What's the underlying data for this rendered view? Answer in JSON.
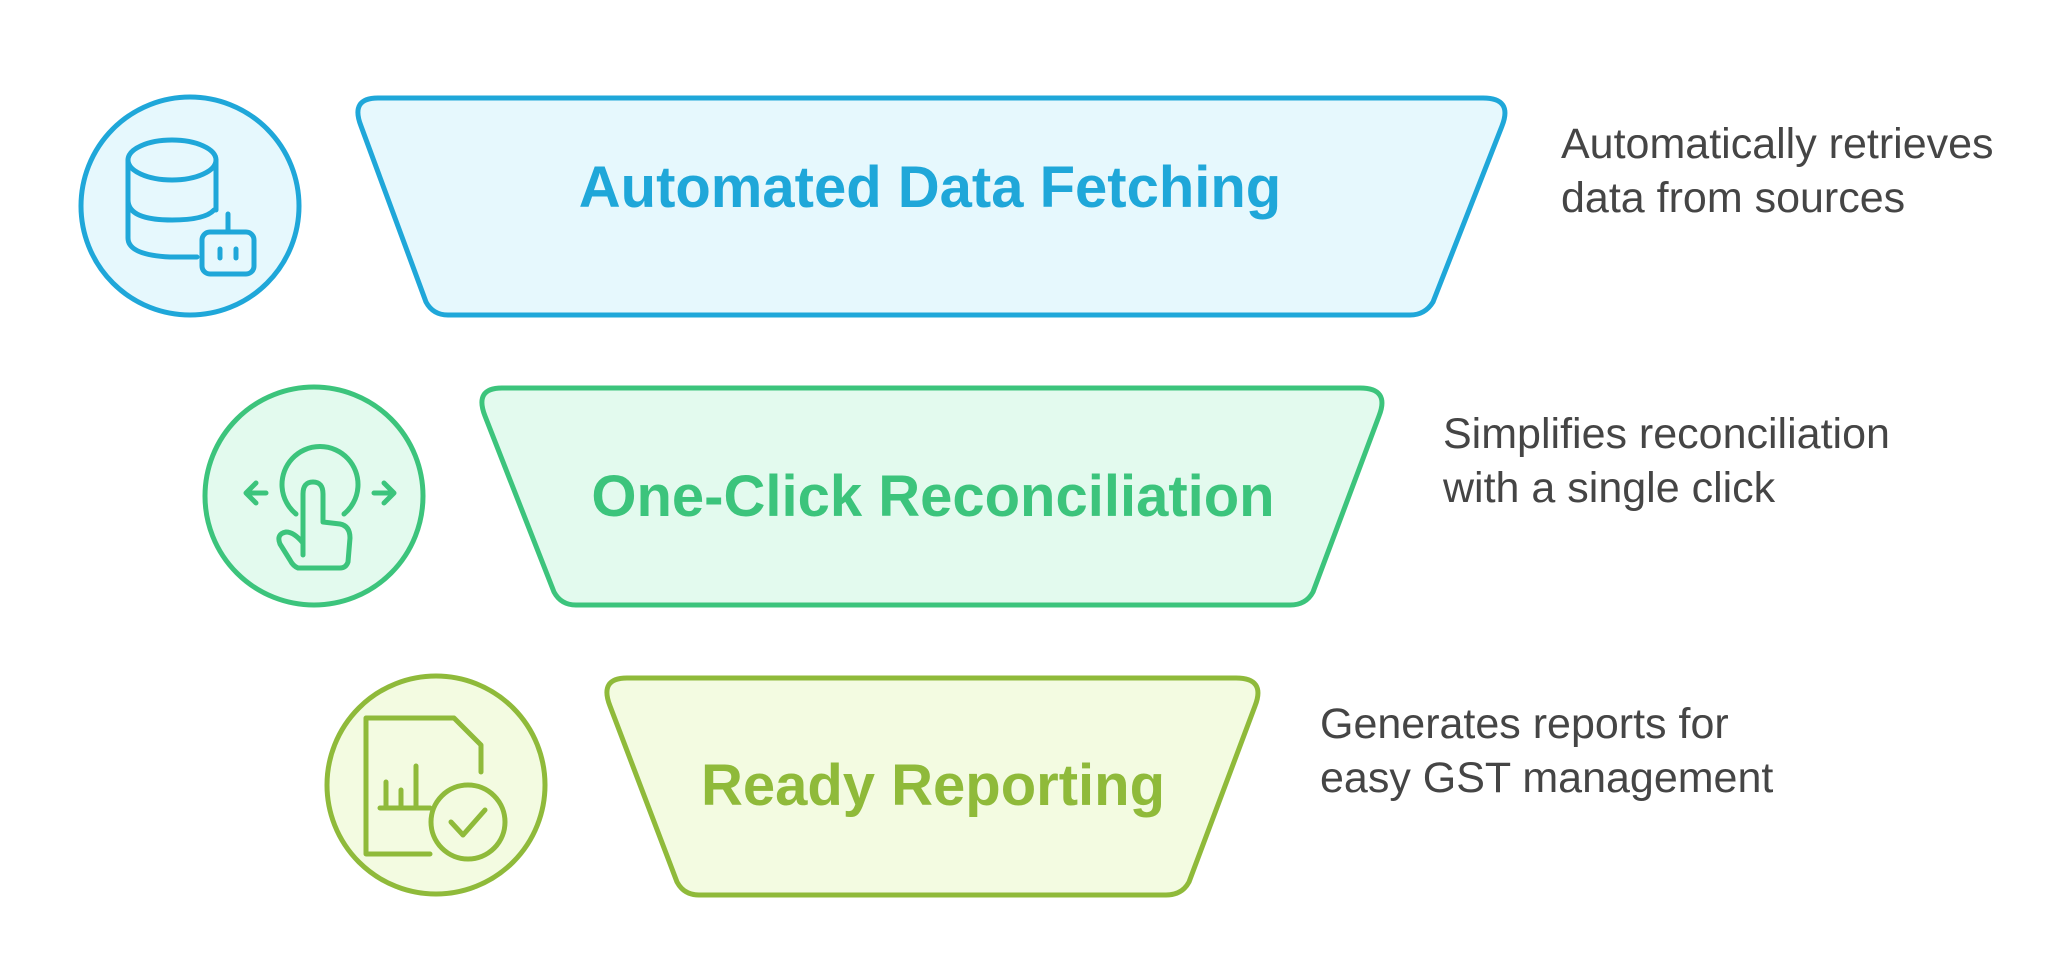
{
  "stages": [
    {
      "title": "Automated Data Fetching",
      "description_lines": [
        "Automatically retrieves",
        "data from sources"
      ],
      "icon": "database-robot-icon",
      "stroke_color": "#1fa7d9",
      "fill_color": "#e6f8fd"
    },
    {
      "title": "One-Click Reconciliation",
      "description_lines": [
        "Simplifies reconciliation",
        "with a single click"
      ],
      "icon": "tap-gesture-icon",
      "stroke_color": "#3cc47c",
      "fill_color": "#e3faee"
    },
    {
      "title": "Ready Reporting",
      "description_lines": [
        "Generates reports for",
        "easy GST management"
      ],
      "icon": "report-check-icon",
      "stroke_color": "#8fba3a",
      "fill_color": "#f3fbe1"
    }
  ]
}
